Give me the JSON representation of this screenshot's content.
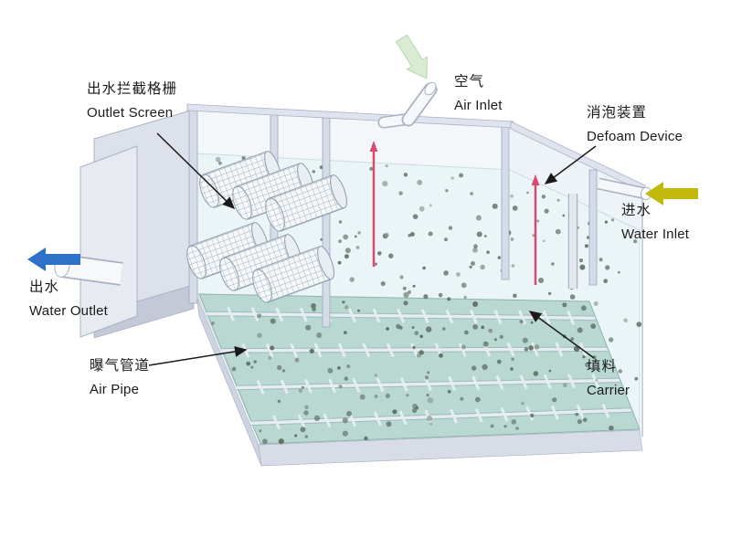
{
  "labels": {
    "outlet_screen": {
      "zh": "出水拦截格栅",
      "en": "Outlet Screen"
    },
    "air_inlet": {
      "zh": "空气",
      "en": "Air Inlet"
    },
    "defoam_device": {
      "zh": "消泡装置",
      "en": "Defoam Device"
    },
    "water_inlet": {
      "zh": "进水",
      "en": "Water Inlet"
    },
    "water_outlet": {
      "zh": "出水",
      "en": "Water Outlet"
    },
    "air_pipe": {
      "zh": "曝气管道",
      "en": "Air Pipe"
    },
    "carrier": {
      "zh": "填料",
      "en": "Carrier"
    }
  },
  "colors": {
    "water_outlet_arrow": "#2e71c8",
    "water_inlet_arrow": "#c3b80c",
    "air_inlet_arrow": "#d9ecd2",
    "defoam_rod": "#d84b70",
    "water_surface": "#ebf4f6",
    "tank_floor": "#b9d8d2",
    "air_pipe_light": "#e4edef",
    "carrier_dot": "#5d6d63",
    "carrier_dot_light": "#87938a"
  }
}
